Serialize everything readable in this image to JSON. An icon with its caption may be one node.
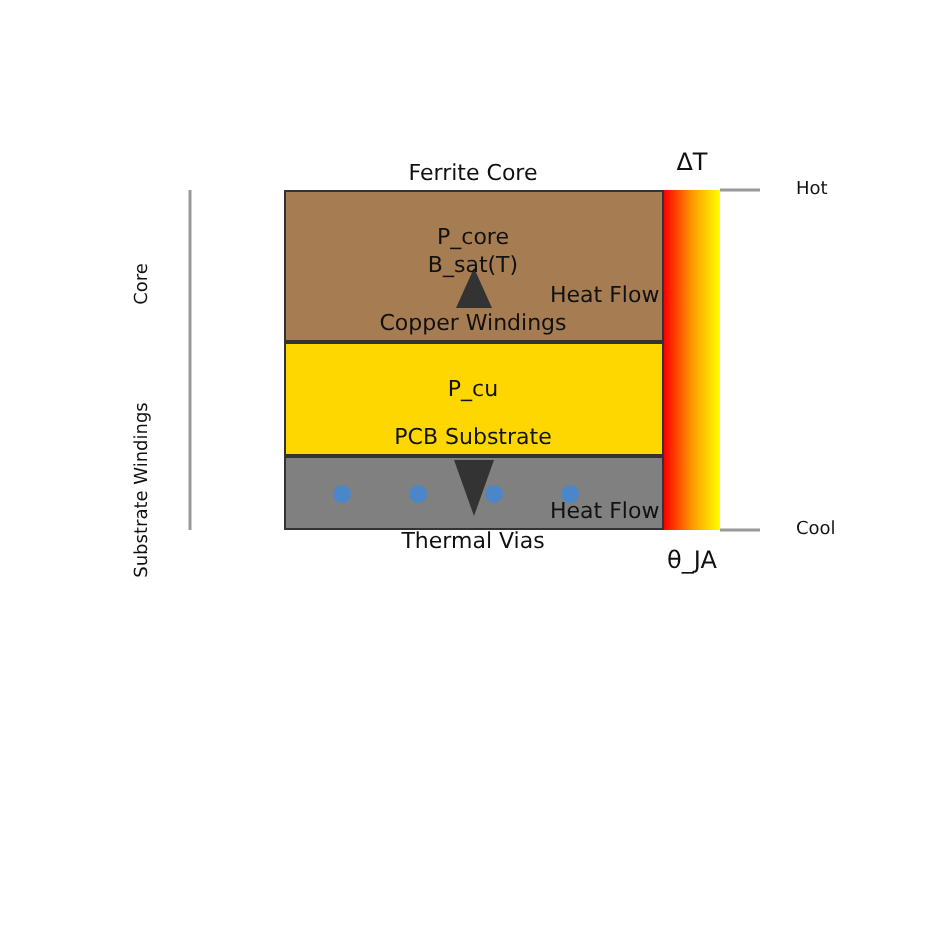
{
  "diagram": {
    "nodes": [
      {
        "text": [
          "Ferrite Core",
          "P_core B_sat(T)",
          "Copper Windings"
        ]
      },
      {
        "text": [
          "P_cu",
          "PCB Substrate"
        ]
      },
      {
        "text": [
          "Thermal Vias"
        ]
      },
      {
        "text": [],
        "shape": "bar"
      }
    ],
    "labels": [
      "ΔT",
      "Hot",
      "Core",
      "Heat Flow",
      "Substrate Windings",
      "Heat Flow",
      "Cool",
      "θ_JA"
    ]
  }
}
